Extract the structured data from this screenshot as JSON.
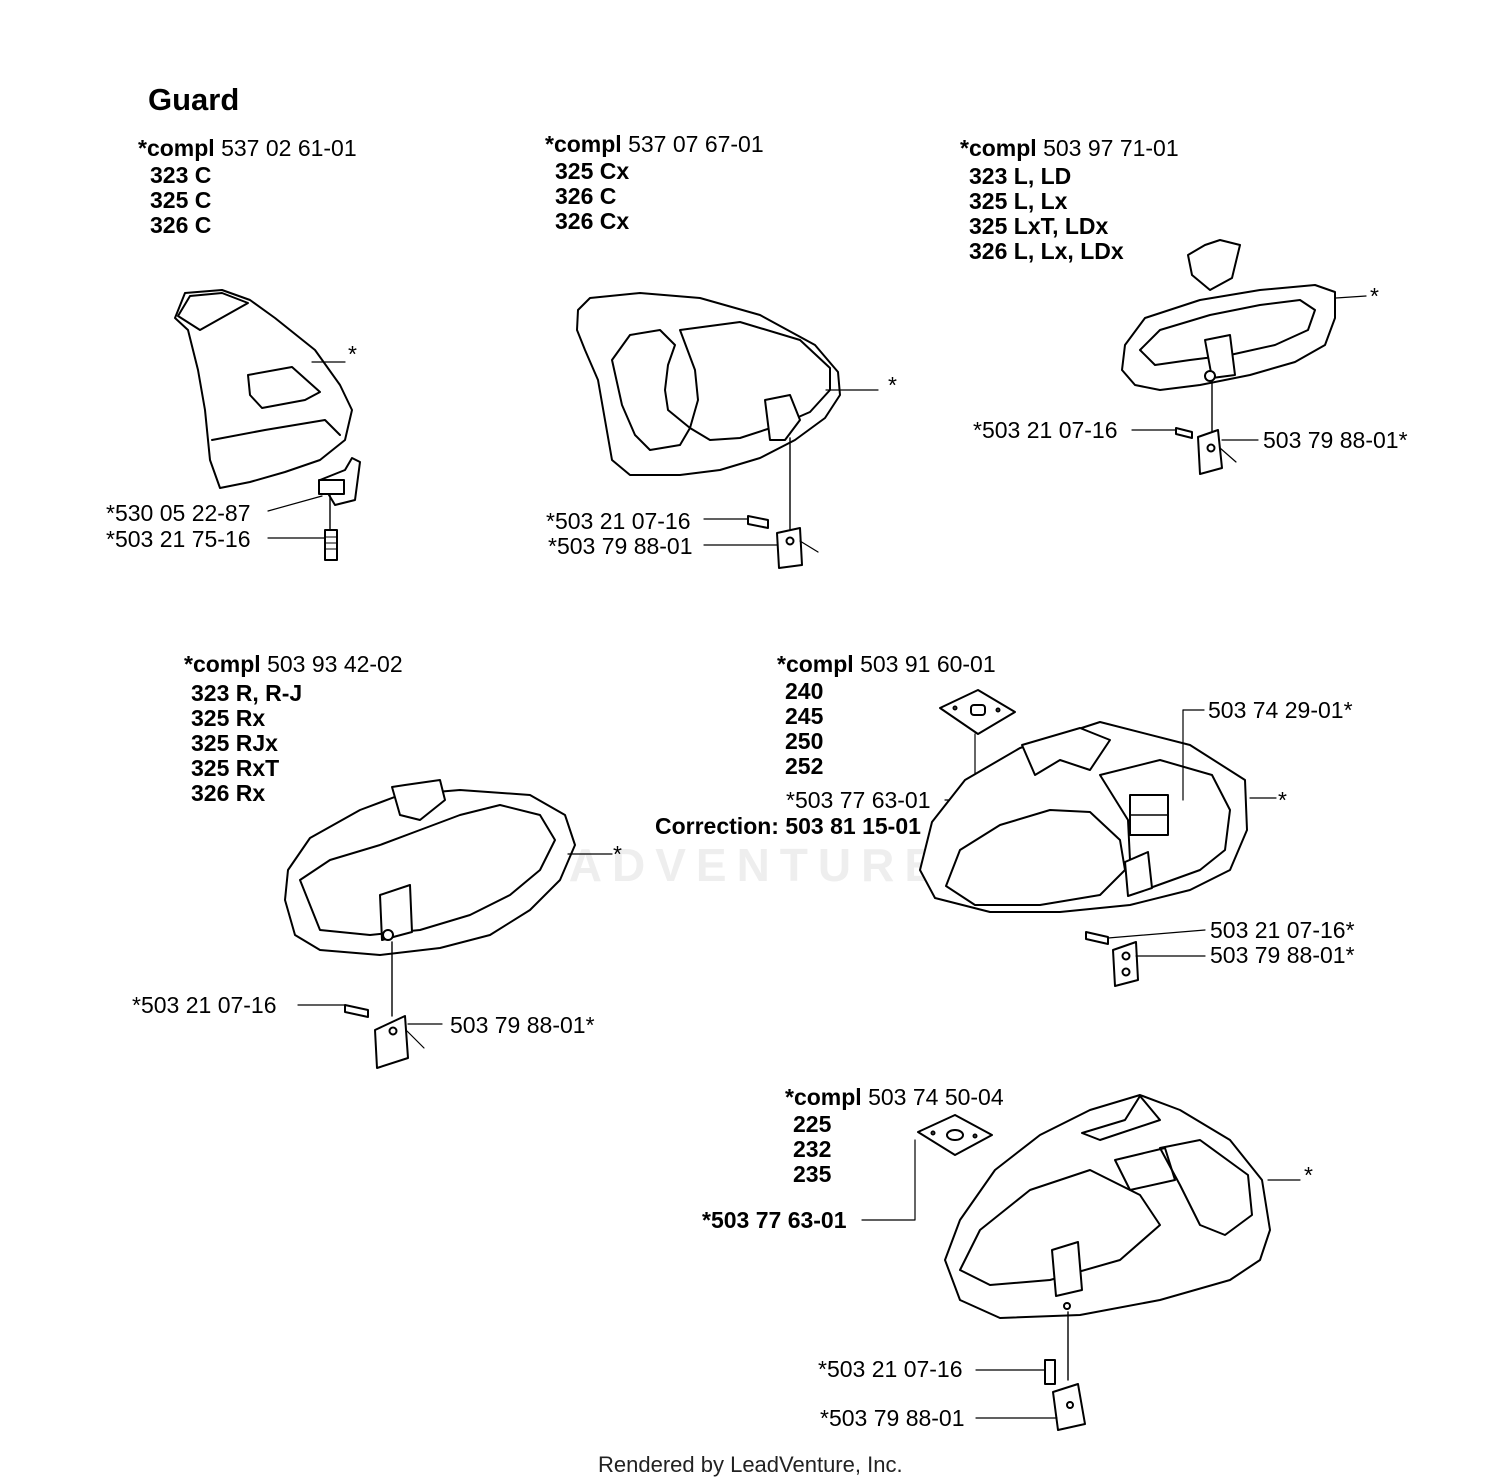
{
  "title": "Guard",
  "groups": [
    {
      "compl_label": "*compl",
      "compl_no": "537 02 61-01",
      "models": [
        "323 C",
        "325 C",
        "326 C"
      ]
    },
    {
      "compl_label": "*compl",
      "compl_no": "537 07 67-01",
      "models": [
        "325 Cx",
        "326 C",
        "326 Cx"
      ]
    },
    {
      "compl_label": "*compl",
      "compl_no": "503 97 71-01",
      "models": [
        "323 L, LD",
        "325 L, Lx",
        "325 LxT, LDx",
        "326 L, Lx, LDx"
      ]
    },
    {
      "compl_label": "*compl",
      "compl_no": "503 93 42-02",
      "models": [
        "323 R, R-J",
        "325 Rx",
        "325 RJx",
        "325 RxT",
        "326 Rx"
      ]
    },
    {
      "compl_label": "*compl",
      "compl_no": "503 91 60-01",
      "models": [
        "240",
        "245",
        "250",
        "252"
      ]
    },
    {
      "compl_label": "*compl",
      "compl_no": "503 74 50-04",
      "models": [
        "225",
        "232",
        "235"
      ]
    }
  ],
  "callouts": {
    "g1_star": "*",
    "g1_a": "*530 05 22-87",
    "g1_b": "*503 21 75-16",
    "g2_star": "*",
    "g2_a": "*503 21 07-16",
    "g2_b": "*503 79 88-01",
    "g3_star": "*",
    "g3_a": "*503 21 07-16",
    "g3_b": "503 79 88-01*",
    "g4_star": "*",
    "g4_a": "*503 21 07-16",
    "g4_b": "503 79 88-01*",
    "g5_star": "*",
    "g5_top": "503 74 29-01*",
    "g5_plate": "*503 77 63-01",
    "g5_correction": "Correction: 503 81 15-01",
    "g5_a": "503 21 07-16*",
    "g5_b": "503 79 88-01*",
    "g6_star": "*",
    "g6_plate": "*503 77 63-01",
    "g6_a": "*503 21 07-16",
    "g6_b": "*503 79 88-01"
  },
  "watermark": "LEADVENTURE",
  "footer": "Rendered by LeadVenture, Inc."
}
